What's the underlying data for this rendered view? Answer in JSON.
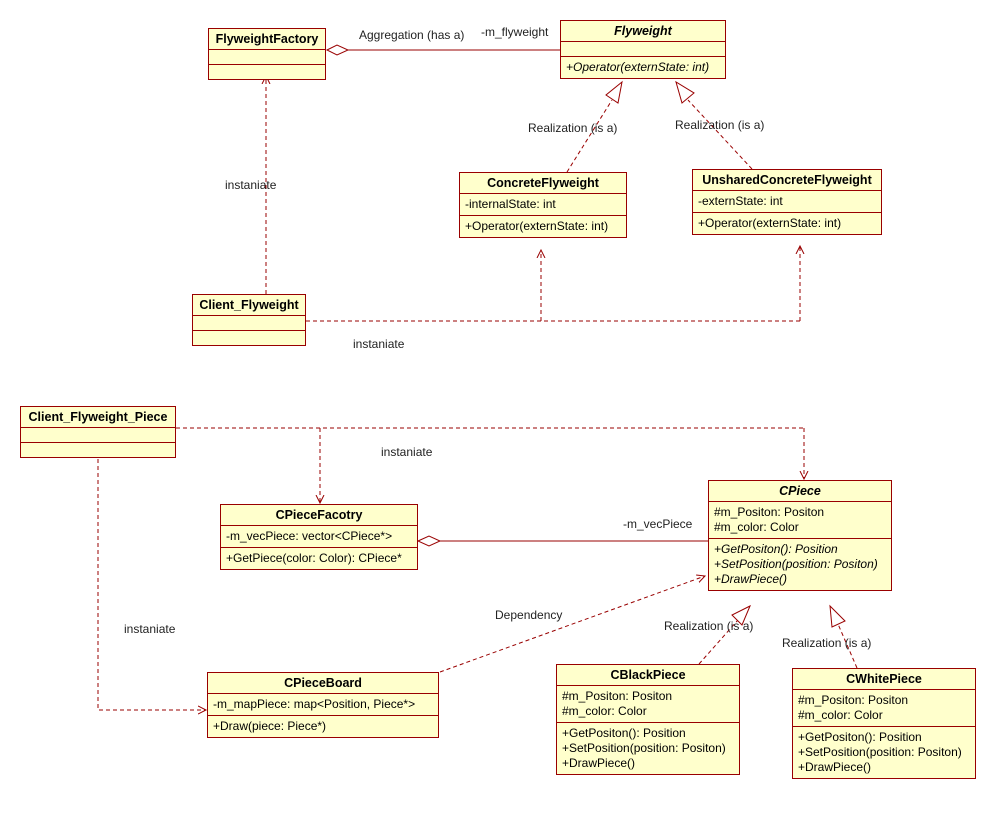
{
  "classes": {
    "flyweight_factory": {
      "name": "FlyweightFactory"
    },
    "flyweight": {
      "name": "Flyweight",
      "operations": [
        "+Operator(externState: int)"
      ]
    },
    "concrete_flyweight": {
      "name": "ConcreteFlyweight",
      "attributes": [
        "-internalState: int"
      ],
      "operations": [
        "+Operator(externState: int)"
      ]
    },
    "unshared_concrete_flyweight": {
      "name": "UnsharedConcreteFlyweight",
      "attributes": [
        "-externState: int"
      ],
      "operations": [
        "+Operator(externState: int)"
      ]
    },
    "client_flyweight": {
      "name": "Client_Flyweight"
    },
    "client_flyweight_piece": {
      "name": "Client_Flyweight_Piece"
    },
    "cpiece_facotry": {
      "name": "CPieceFacotry",
      "attributes": [
        "-m_vecPiece: vector<CPiece*>"
      ],
      "operations": [
        "+GetPiece(color: Color): CPiece*"
      ]
    },
    "cpiece": {
      "name": "CPiece",
      "attributes": [
        "#m_Positon: Positon",
        "#m_color: Color"
      ],
      "operations": [
        "+GetPositon(): Position",
        "+SetPosition(position: Positon)",
        "+DrawPiece()"
      ]
    },
    "cpiece_board": {
      "name": "CPieceBoard",
      "attributes": [
        "-m_mapPiece: map<Position, Piece*>"
      ],
      "operations": [
        "+Draw(piece: Piece*)"
      ]
    },
    "cblack_piece": {
      "name": "CBlackPiece",
      "attributes": [
        "#m_Positon: Positon",
        "#m_color: Color"
      ],
      "operations": [
        "+GetPositon(): Position",
        "+SetPosition(position: Positon)",
        "+DrawPiece()"
      ]
    },
    "cwhite_piece": {
      "name": "CWhitePiece",
      "attributes": [
        "#m_Positon: Positon",
        "#m_color: Color"
      ],
      "operations": [
        "+GetPositon(): Position",
        "+SetPosition(position: Positon)",
        "+DrawPiece()"
      ]
    }
  },
  "labels": {
    "aggregation": "Aggregation (has a)",
    "m_flyweight": "-m_flyweight",
    "realization_1": "Realization (is a)",
    "realization_2": "Realization (is a)",
    "instaniate_1": "instaniate",
    "instaniate_2": "instaniate",
    "instaniate_3": "instaniate",
    "instaniate_4": "instaniate",
    "m_vecpiece": "-m_vecPiece",
    "dependency": "Dependency",
    "realization_3": "Realization (is a)",
    "realization_4": "Realization (is a)"
  },
  "colors": {
    "class_fill": "#ffffcc",
    "class_border": "#990000",
    "line": "#990000"
  }
}
